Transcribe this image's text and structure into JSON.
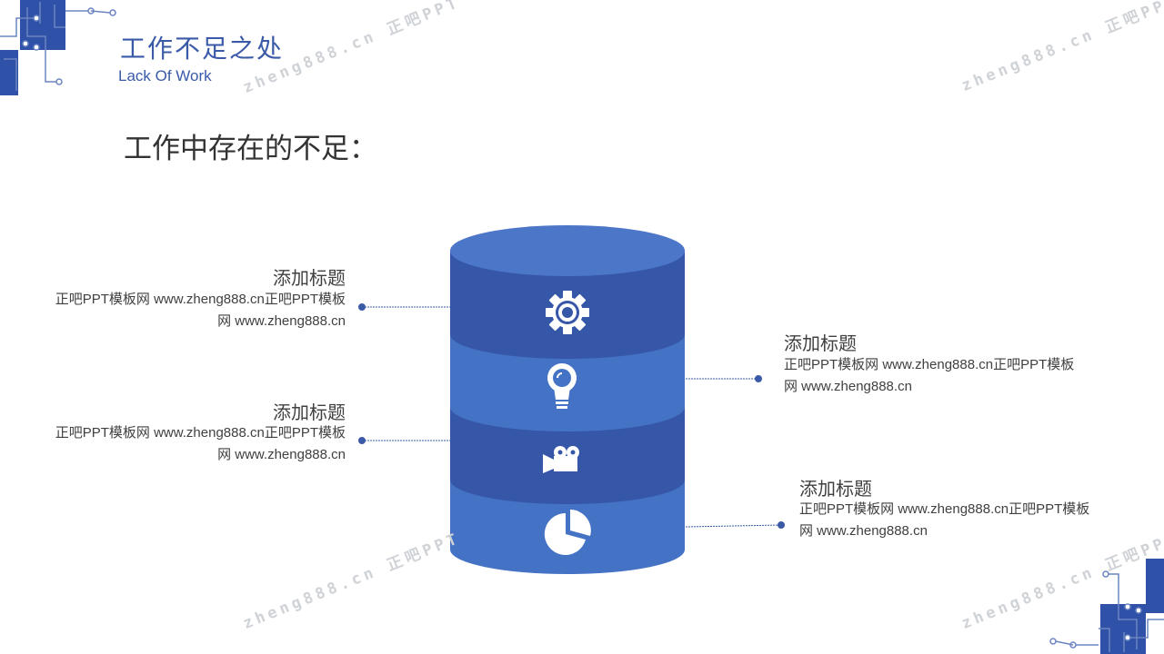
{
  "header": {
    "title_cn": "工作不足之处",
    "title_en": "Lack Of Work"
  },
  "main": {
    "heading": "工作中存在的不足：",
    "items": [
      {
        "title": "添加标题",
        "body": "正吧PPT模板网 www.zheng888.cn正吧PPT模板网 www.zheng888.cn"
      },
      {
        "title": "添加标题",
        "body": "正吧PPT模板网 www.zheng888.cn正吧PPT模板网 www.zheng888.cn"
      },
      {
        "title": "添加标题",
        "body": "正吧PPT模板网 www.zheng888.cn正吧PPT模板网 www.zheng888.cn"
      },
      {
        "title": "添加标题",
        "body": "正吧PPT模板网 www.zheng888.cn正吧PPT模板网 www.zheng888.cn"
      }
    ],
    "layers": [
      {
        "icon": "gear-icon"
      },
      {
        "icon": "lightbulb-icon"
      },
      {
        "icon": "video-camera-icon"
      },
      {
        "icon": "pie-chart-icon"
      }
    ]
  },
  "watermarks": [
    "zheng888.cn 正吧PPT",
    "zheng888.cn 正吧PPT",
    "zheng888.cn 正吧PPT",
    "zheng888.cn 正吧PPT"
  ],
  "colors": {
    "accent": "#3a5aa8",
    "layer_dark": "#3656a8",
    "layer_light": "#4472c4",
    "top_ellipse": "#4c76c8",
    "connector": "#3a5aa8"
  }
}
